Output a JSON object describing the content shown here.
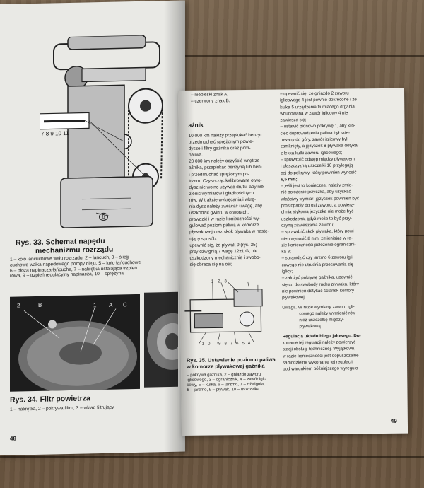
{
  "left_page": {
    "fig33": {
      "callouts": [
        "7",
        "8",
        "9",
        "10",
        "11"
      ],
      "bottom_callout": "6",
      "title_line1": "Rys. 33. Schemat napędu",
      "title_line2": "mechanizmu rozrządu",
      "caption_lines": [
        "1 – koło łańcuchowe wału rozrządu, 2 – łańcuch, 3 – ślizg",
        "cuchowe wałka napędowego pompy oleju, 5 – koło łańcuchowe",
        "6 – płoza napinacza łańcucha, 7 – nakrętka ustalająca trzpień",
        "rowa, 9 – trzpień regulacyjny napinacza, 10 – sprężyna"
      ]
    },
    "fig34": {
      "labels": [
        "2",
        "B",
        "1",
        "A",
        "C"
      ],
      "title": "Rys. 34. Filtr powietrza",
      "caption": "1 – nakrętka, 2 – pokrywa filtru, 3 – wkład filtrujący"
    },
    "page_number": "48"
  },
  "right_page": {
    "left_col": {
      "top_lines": [
        "– niebieski znak A,",
        "– czerwony znak B."
      ],
      "heading": "aźnik",
      "lines": [
        "10 000 km należy przepłukać benzy-",
        "przedmuchać sprężonym powie-",
        "dysze i filtry gaźnika oraz pom-",
        "paliwa.",
        "20 000 km należy oczyścić wnętrze",
        "aźnika, przepłukać benzyną lub ben-",
        "i przedmuchać sprężonym po-",
        "trzem. Czyszcząc kalibrowane otwo-",
        "dysz nie wolno używać drutu, aby nie",
        "zienić wymiarów i gładkości tych",
        "rów. W trakcie wykręcania i wkrę-",
        "nia dysz należy zwracać uwagę, aby",
        "uszkodzić gwintu w otworach.",
        "prawdzić i w razie konieczności wy-",
        "gulować poziom paliwa w komorze",
        "pływakowej oraz skok pływaka w nastę-",
        "ujący sposób:",
        "upewnić się, że pływak 9 (rys. 35)",
        "przy dźwignią 7 wagę 12±1 G, nie",
        "uszkodzony mechanicznie i swobo-",
        "się obraca się na osi;"
      ],
      "fig35_labels": [
        "1",
        "2",
        "3",
        "4",
        "5",
        "6",
        "7",
        "8",
        "9",
        "10"
      ],
      "fig35_title_line1": "Rys. 35. Ustawienie poziomu paliwa",
      "fig35_title_line2": "w komorze pływakowej gaźnika",
      "fig35_caption": [
        "– pokrywa gaźnika, 2 – gniazdo zaworu",
        "iglicowego, 3 – ogranicznik, 4 – zawór igli-",
        "cowy, 5 – kulka, 6 – jarzmo, 7 – dźwignia,",
        "8 – jarzmo, 9 – pływak, 10 – uszczelka"
      ]
    },
    "right_col": {
      "lines": [
        "– upewnić się, że gniazdo 2 zaworu",
        "iglicowego 4 jest pewnie dokręcone i że",
        "kulka 5 urządzenia tłumiącego drgania,",
        "wbudowana w zawór iglicowy 4 nie",
        "zawiesza się;",
        "– ustawić pionowo pokrywę 1, aby kro-",
        "ciec doprowadzenia paliwa był skie-",
        "rowany do góry, zawór iglicowy był",
        "zamknięty, a języczek 8 pływaka dotykał",
        "z lekka kulki zaworu iglicowego;",
        "– sprawdzić odstęp między pływakiem",
        "i płaszczyzną uszczelki 10 przylegają-",
        "cej do pokrywy, który powinien wynosić",
        "6,5 mm;",
        "– jeśli jest to konieczne, należy zmie-",
        "nić położenie języczka, aby uzyskać",
        "właściwy wymiar; języczek powinien być",
        "prostopadły do osi zaworu, a powierz-",
        "chnia stykowa języczka nie może być",
        "uszkodzona, gdyż może to być przy-",
        "czyną zawieszania zaworu;",
        "– sprawdzić skok pływaka, który powi-",
        "nien wynosić 8 mm, zmieniając w ra-",
        "zie konieczności położenie ograniczni-",
        "ka 3;",
        "– sprawdzić czy jarzmo 6 zaworu igli-",
        "cowego nie utrudnia przesuwania się",
        "iglicy;",
        "– założyć pokrywę gaźnika, upewnić",
        "się co do swobody ruchu pływaka, który",
        "nie powinien dotykać ścianek komory",
        "pływakowej.",
        "Uwaga. W razie wymiany zaworu igli-",
        "cowego należy wymienić rów-",
        "nież uszczelkę między-",
        "pływakową.",
        "Regulacja układu biegu jałowego. Do-",
        "konanie tej regulacji należy powierzyć",
        "stacji obsługi technicznej. Wyjątkowo,",
        "w razie konieczności jest dopuszczalne",
        "samodzielne wykonanie tej regulacji,",
        "pod warunkiem późniejszego wyregulo-"
      ],
      "page_number": "49"
    }
  },
  "colors": {
    "paper": "#ecebe6",
    "ink": "#1c1c1c",
    "table": "#6e5a44"
  }
}
